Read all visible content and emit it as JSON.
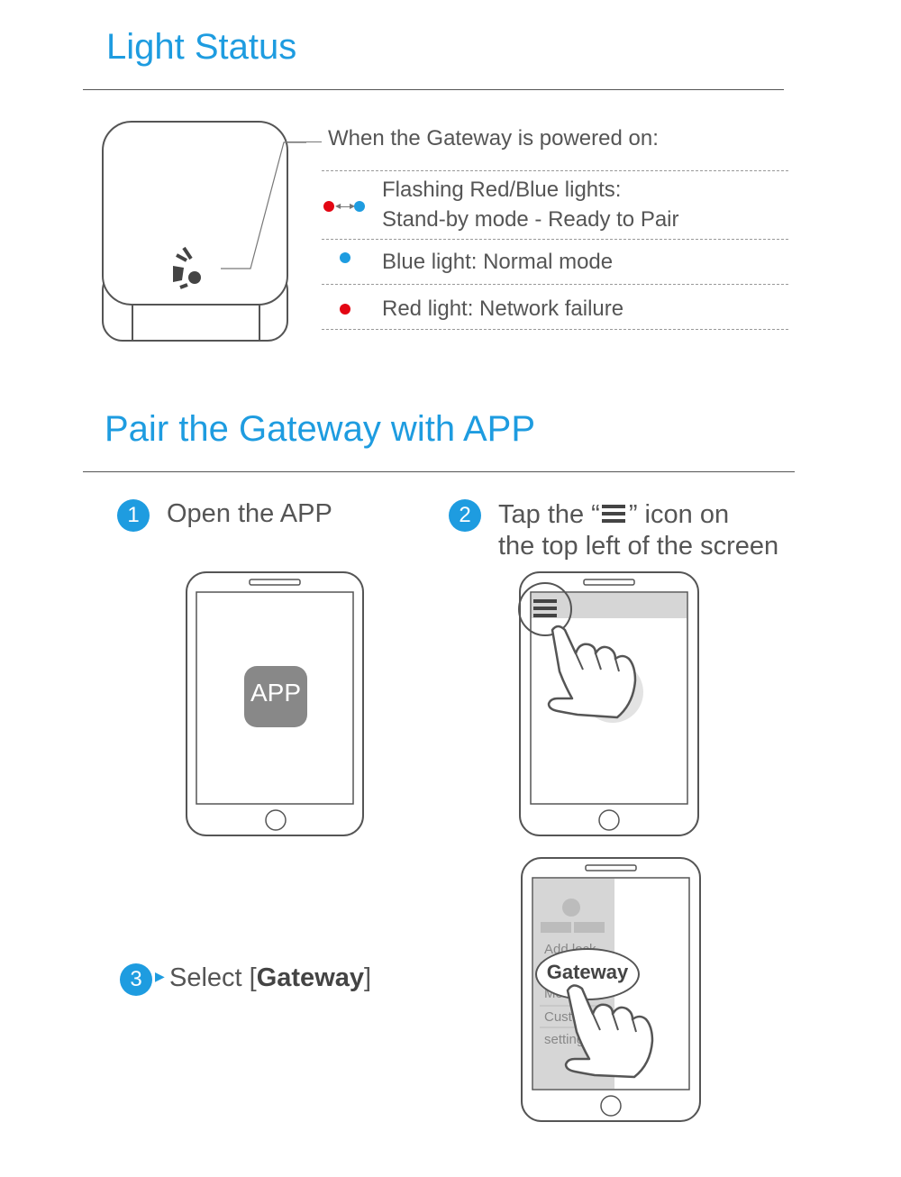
{
  "light_status": {
    "title": "Light Status",
    "intro": "When the Gateway is powered on:",
    "items": [
      {
        "line1": "Flashing Red/Blue lights:",
        "line2": "Stand-by mode - Ready to Pair"
      },
      {
        "line1": "Blue light: Normal mode"
      },
      {
        "line1": "Red light: Network failure"
      }
    ],
    "colors": {
      "red": "#e30613",
      "blue": "#1e9ce0"
    }
  },
  "pair": {
    "title": "Pair the Gateway with APP",
    "steps": [
      {
        "number": "1",
        "text": "Open the APP"
      },
      {
        "number": "2",
        "text_before": "Tap the “",
        "text_after": "” icon on",
        "line2": "the top left of the screen"
      },
      {
        "number": "3",
        "text_before": "Select [",
        "bold": "Gateway",
        "text_after": "]"
      }
    ],
    "app_icon_label": "APP",
    "menu_items": [
      "Add lock",
      "Gateway",
      "Message",
      "Customer",
      "settings"
    ]
  }
}
